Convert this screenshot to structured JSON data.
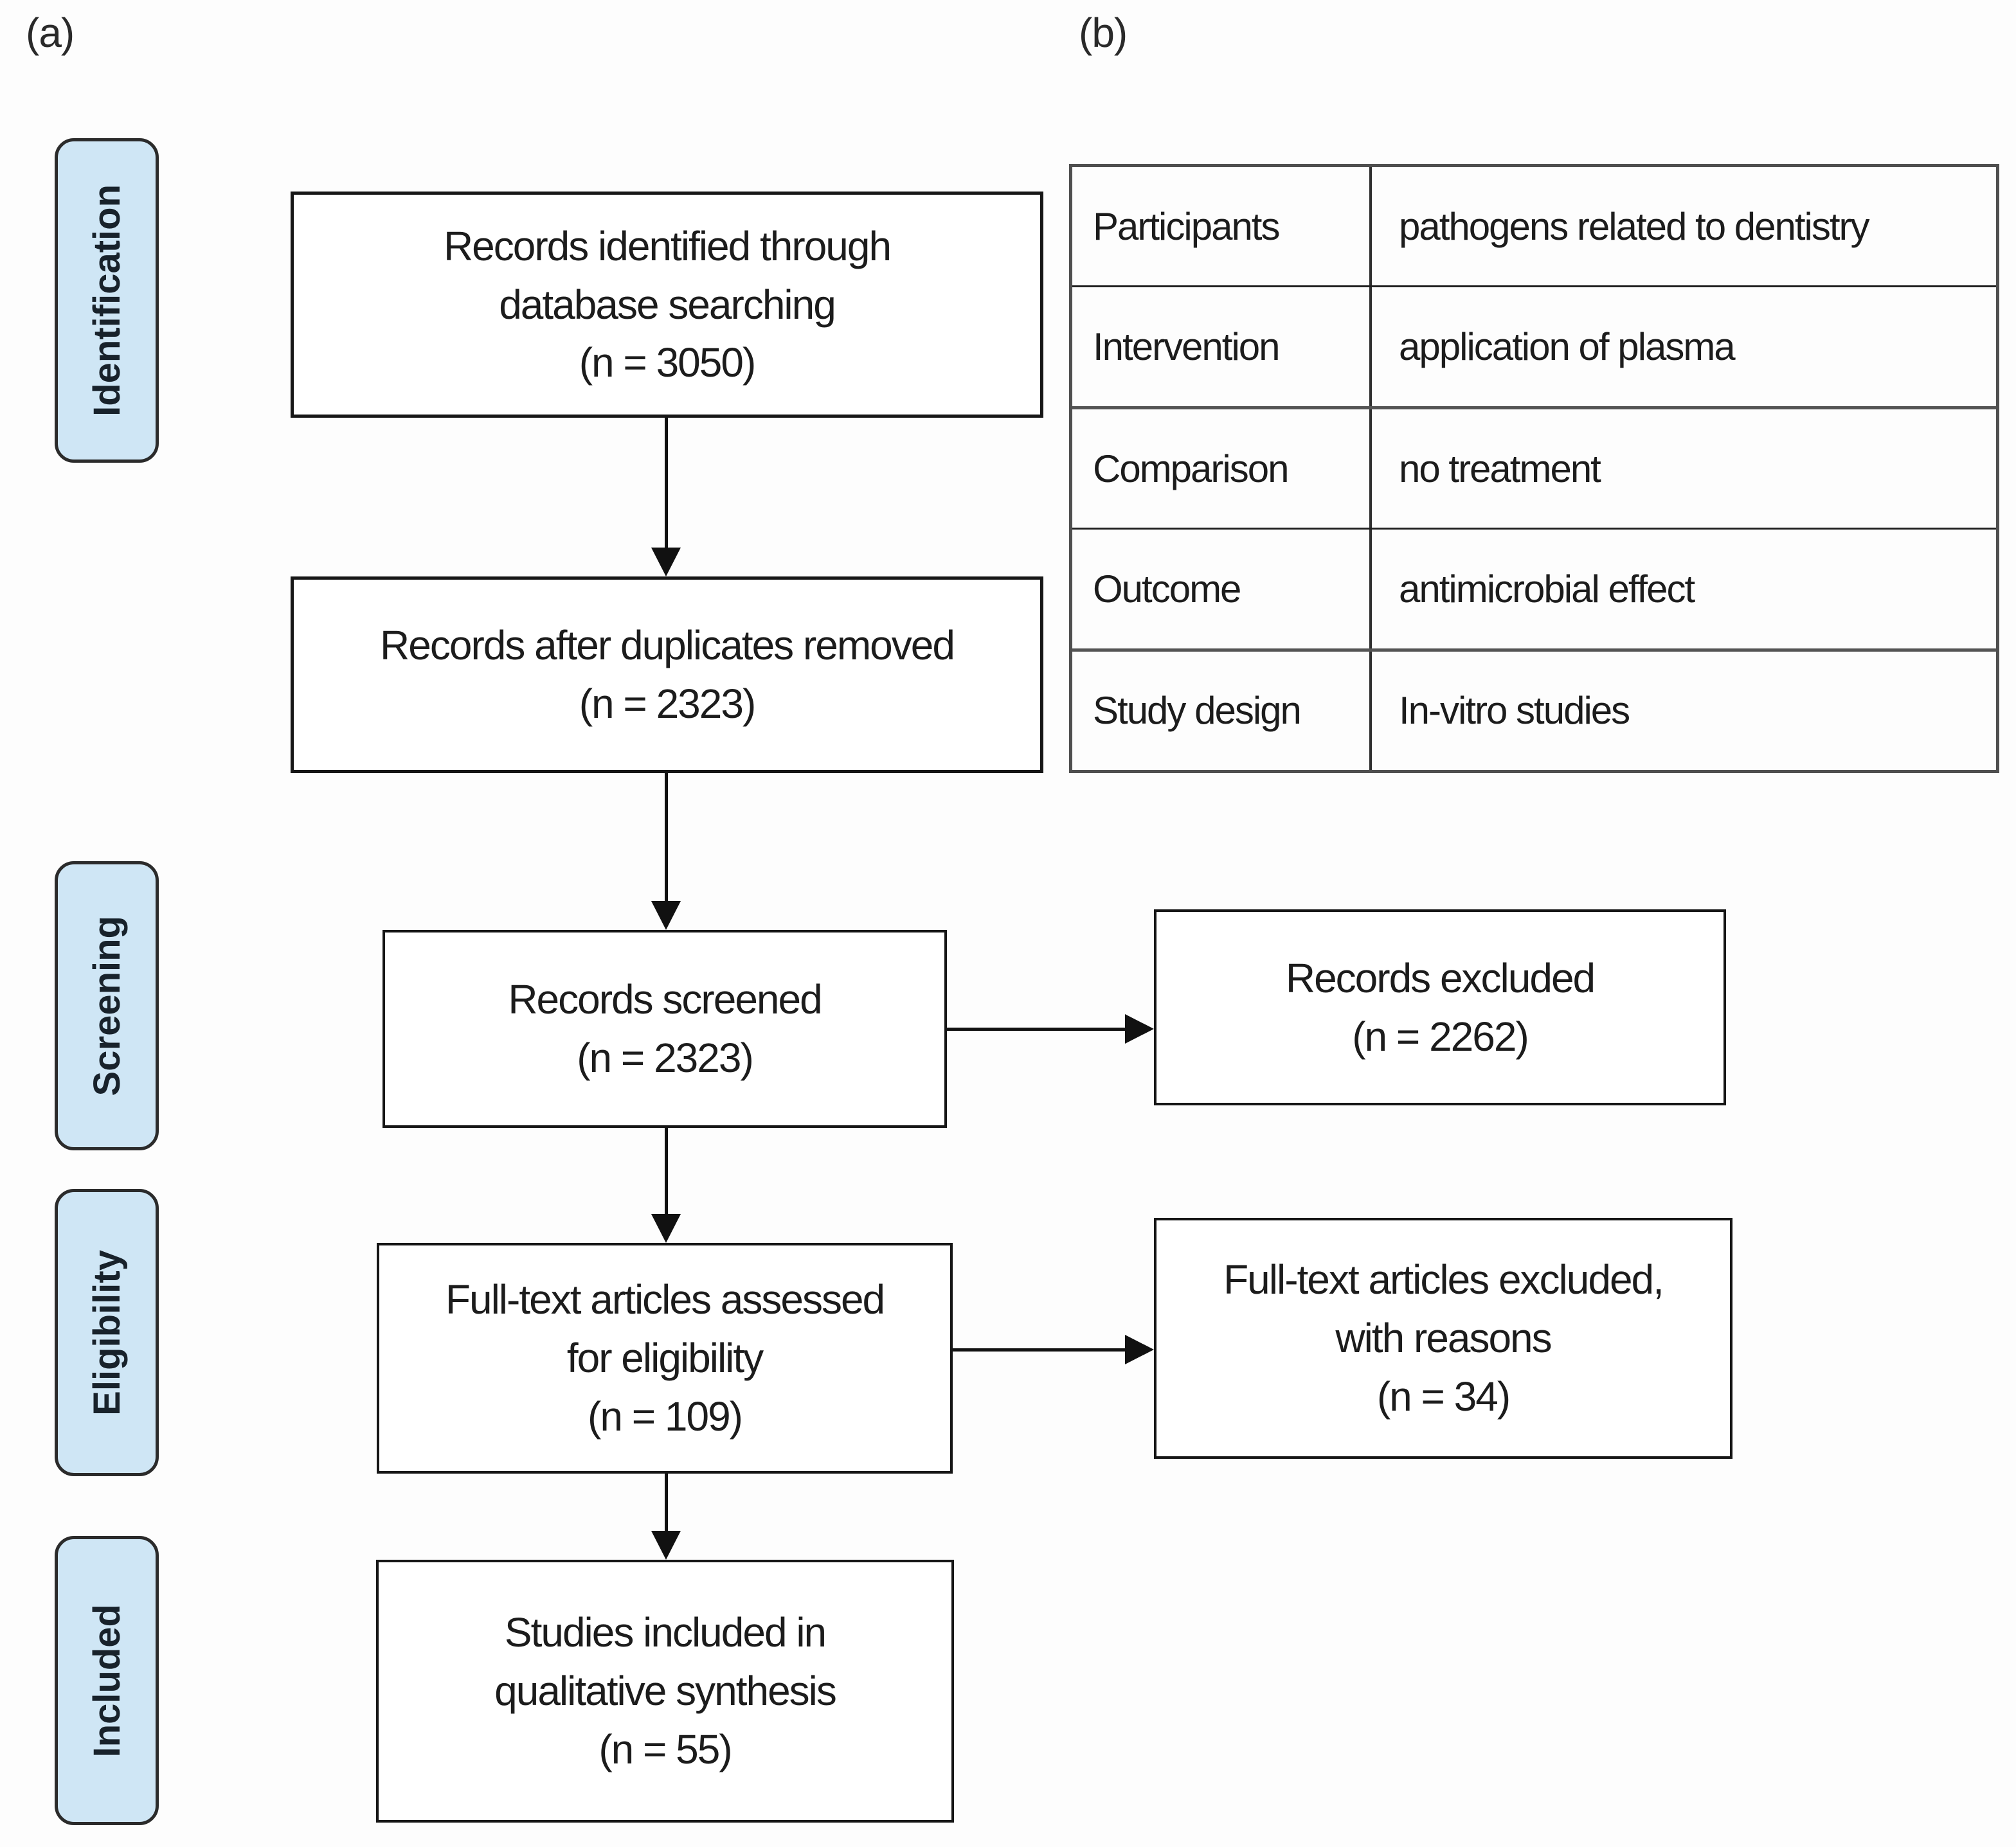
{
  "figure": {
    "panel_a_label": "(a)",
    "panel_b_label": "(b)"
  },
  "sidebar": {
    "stages": [
      {
        "label": "Identification"
      },
      {
        "label": "Screening"
      },
      {
        "label": "Eligibility"
      },
      {
        "label": "Included"
      }
    ]
  },
  "flow": {
    "identified": "Records identified through\ndatabase searching\n(n = 3050)",
    "deduplicated": "Records after duplicates removed\n(n = 2323)",
    "screened": "Records screened\n(n = 2323)",
    "records_excluded": "Records excluded\n(n = 2262)",
    "fulltext_assessed": "Full-text articles assessed\nfor eligibility\n(n = 109)",
    "fulltext_excluded": "Full-text articles excluded,\nwith reasons\n(n = 34)",
    "included_studies": "Studies included in\nqualitative synthesis\n(n = 55)"
  },
  "pico_table": {
    "rows": [
      {
        "label": "Participants",
        "value": "pathogens related to dentistry"
      },
      {
        "label": "Intervention",
        "value": "application of plasma"
      },
      {
        "label": "Comparison",
        "value": "no treatment"
      },
      {
        "label": "Outcome",
        "value": "antimicrobial effect"
      },
      {
        "label": "Study design",
        "value": "In-vitro studies"
      }
    ]
  },
  "colors": {
    "stage_fill": "#cfe6f5",
    "stage_border": "#2b2b2b",
    "box_border": "#161616",
    "arrow": "#111111",
    "text": "#1c1c1c",
    "table_border_strong": "#4f4f4f",
    "table_border_light": "#1f1f1f"
  }
}
